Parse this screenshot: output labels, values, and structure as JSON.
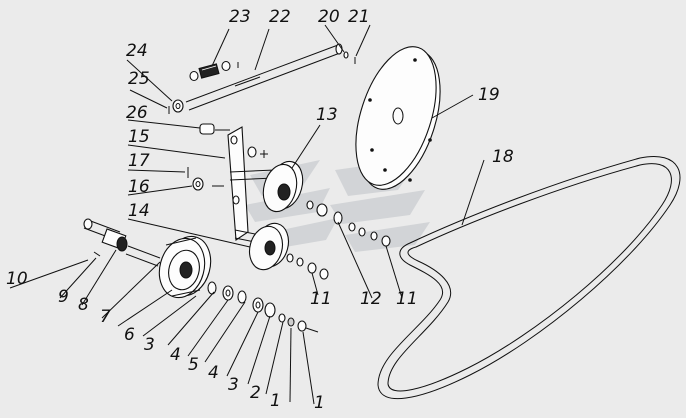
{
  "diagram": {
    "watermark_color": "#bfc3c7",
    "background": "#ebebeb",
    "callouts": [
      "1",
      "1",
      "2",
      "3",
      "3",
      "4",
      "4",
      "5",
      "6",
      "7",
      "8",
      "9",
      "10",
      "11",
      "11",
      "12",
      "13",
      "14",
      "15",
      "16",
      "17",
      "18",
      "19",
      "20",
      "21",
      "22",
      "23",
      "24",
      "25",
      "26"
    ]
  }
}
